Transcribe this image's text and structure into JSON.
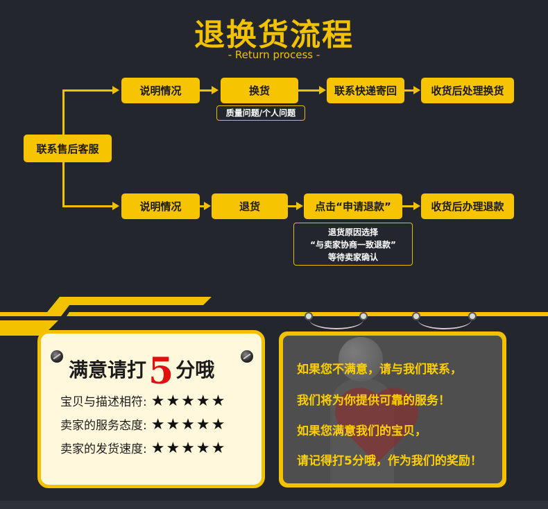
{
  "header": {
    "title": "退换货流程",
    "subtitle": "- Return process -"
  },
  "flow": {
    "start": "联系售后客服",
    "exchange": {
      "step1": "说明情况",
      "step2": "换货",
      "step2_note": "质量问题/个人问题",
      "step3": "联系快递寄回",
      "step4": "收货后处理换货"
    },
    "refund": {
      "step1": "说明情况",
      "step2": "退货",
      "step3": "点击“申请退款”",
      "step3_note_line1": "退货原因选择",
      "step3_note_line2": "“与卖家协商一致退款”",
      "step3_note_line3": "等待卖家确认",
      "step4": "收货后办理退款"
    }
  },
  "rating_card": {
    "title_prefix": "满意请打",
    "title_number": "5",
    "title_suffix": "分哦",
    "rows": [
      {
        "label": "宝贝与描述相符:",
        "stars": "★★★★★"
      },
      {
        "label": "卖家的服务态度:",
        "stars": "★★★★★"
      },
      {
        "label": "卖家的发货速度:",
        "stars": "★★★★★"
      }
    ]
  },
  "message_card": {
    "lines": [
      "如果您不满意，请与我们联系，",
      "我们将为你提供可靠的服务！",
      "如果您满意我们的宝贝，",
      "请记得打5分哦，作为我们的奖励！"
    ]
  },
  "colors": {
    "background": "#23262d",
    "accent": "#f2c200",
    "highlight_red": "#e01010"
  }
}
